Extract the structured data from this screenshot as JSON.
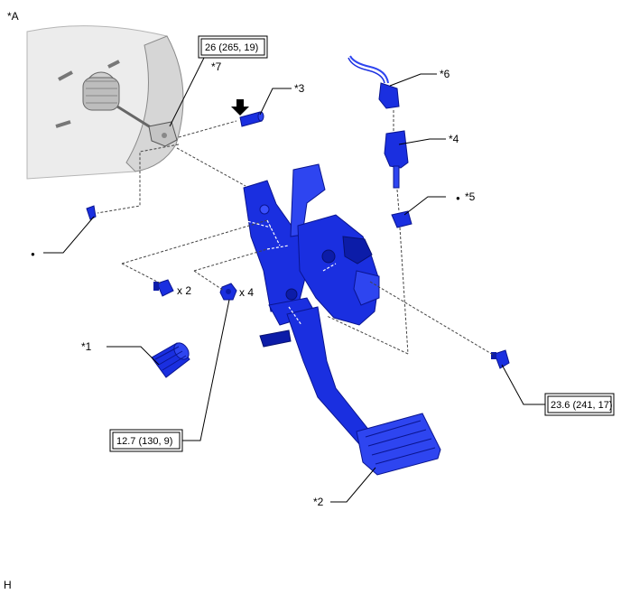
{
  "view_label": "*A",
  "footer_code": "H",
  "callouts": {
    "c1": "*1",
    "c2": "*2",
    "c3": "*3",
    "c4": "*4",
    "c5": "*5",
    "c6": "*6",
    "c7": "*7"
  },
  "quantities": {
    "clip_qty": "x 2",
    "nut_qty": "x 4"
  },
  "torque_boxes": {
    "t1": "26 (265, 19)",
    "t2": "12.7 (130, 9)",
    "t3": "23.6 (241, 17)"
  },
  "symbols": {
    "non_reusable_dot": "●"
  },
  "colors": {
    "part_blue": "#1a2fe0",
    "booster_grey": "#d6d6d6"
  },
  "icons": {
    "install_direction": "arrow-down-icon",
    "non_reusable": "dot-icon"
  }
}
